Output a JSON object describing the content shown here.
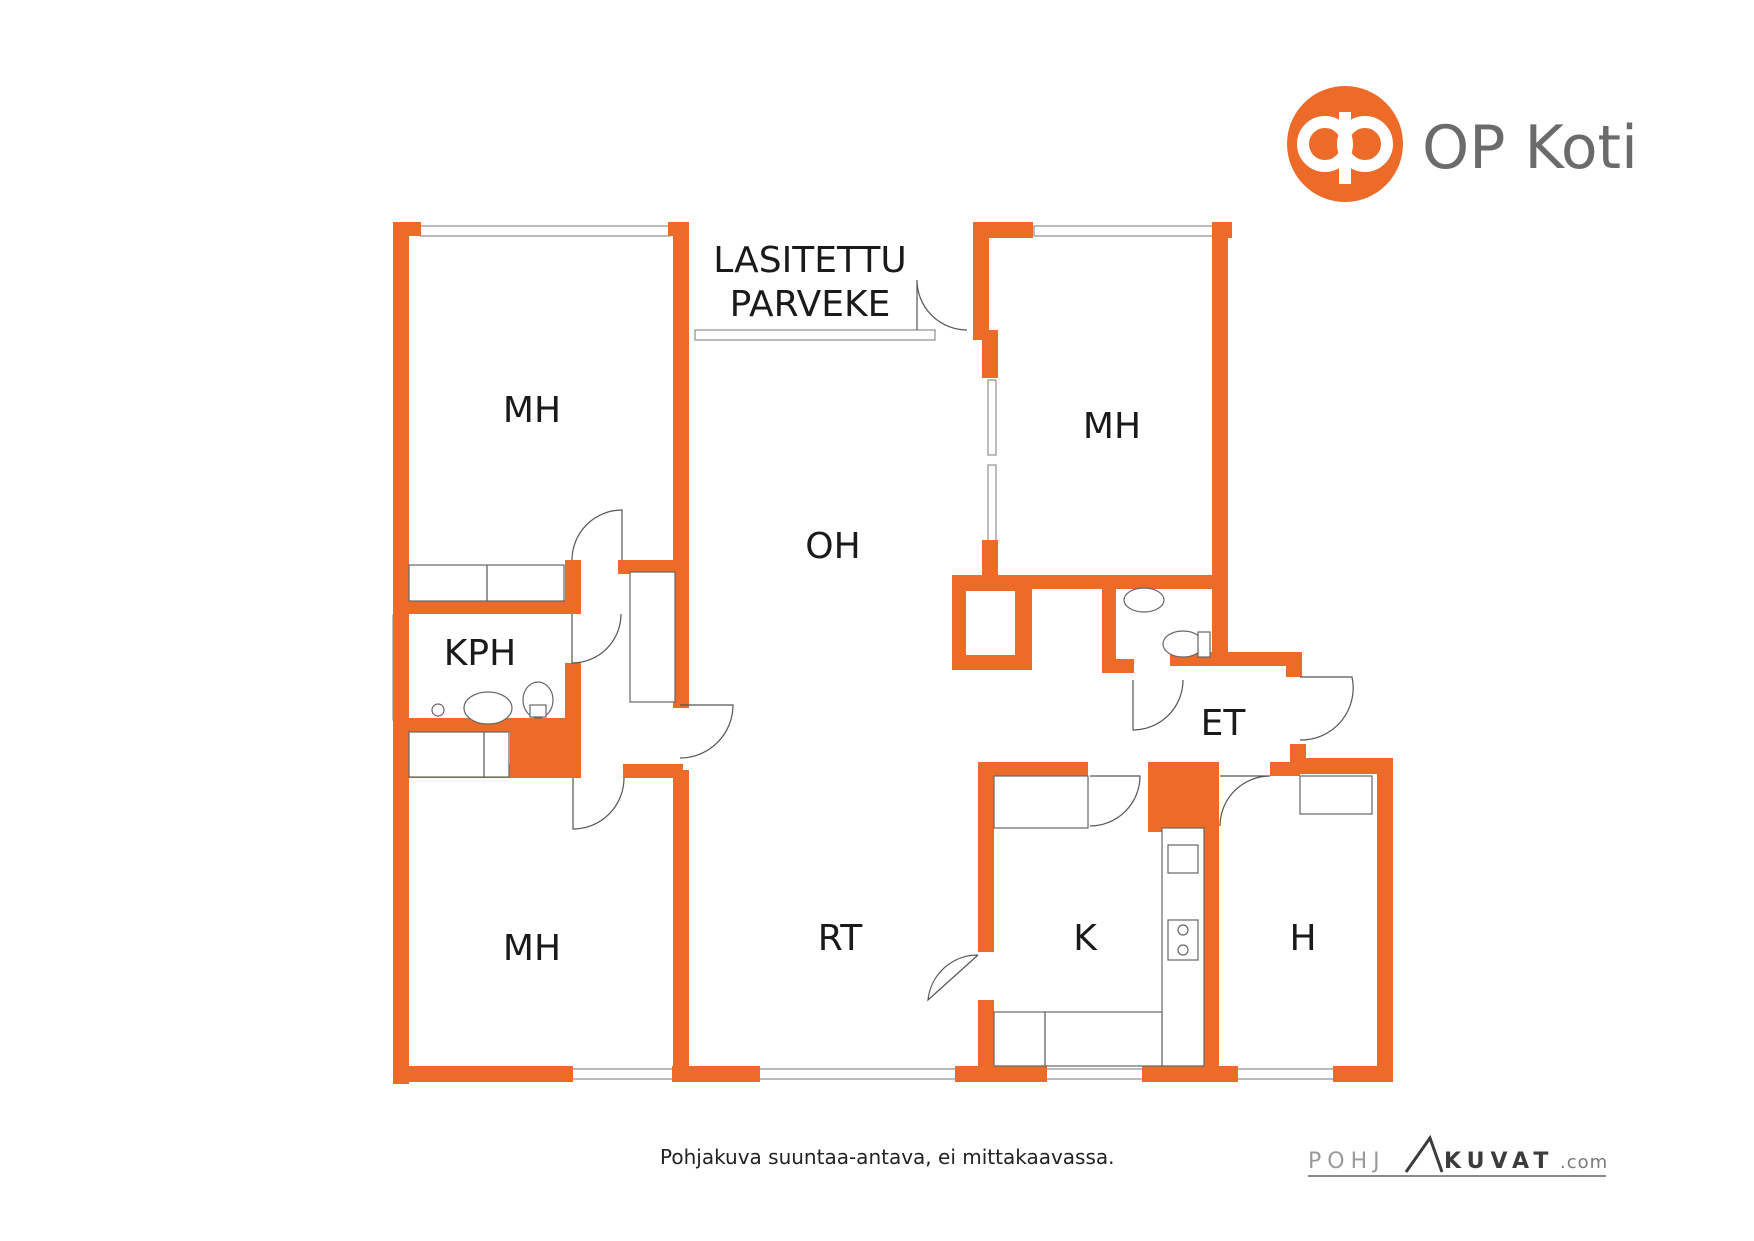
{
  "logo": {
    "brand_text": "OP Koti",
    "mark": "op-circle-logo",
    "color": "#ec6b29"
  },
  "plan": {
    "wall_color": "#ec6b29",
    "rooms": {
      "mh_top_left": "MH",
      "mh_top_right": "MH",
      "mh_bottom_left": "MH",
      "balcony_line1": "LASITETTU",
      "balcony_line2": "PARVEKE",
      "oh": "OH",
      "rt": "RT",
      "kph": "KPH",
      "et": "ET",
      "k": "K",
      "h": "H"
    }
  },
  "footer": {
    "disclaimer": "Pohjakuva suuntaa-antava, ei mittakaavassa.",
    "brand_part1": "POHJ",
    "brand_part2": "KUVAT",
    "brand_part3": ".com"
  }
}
